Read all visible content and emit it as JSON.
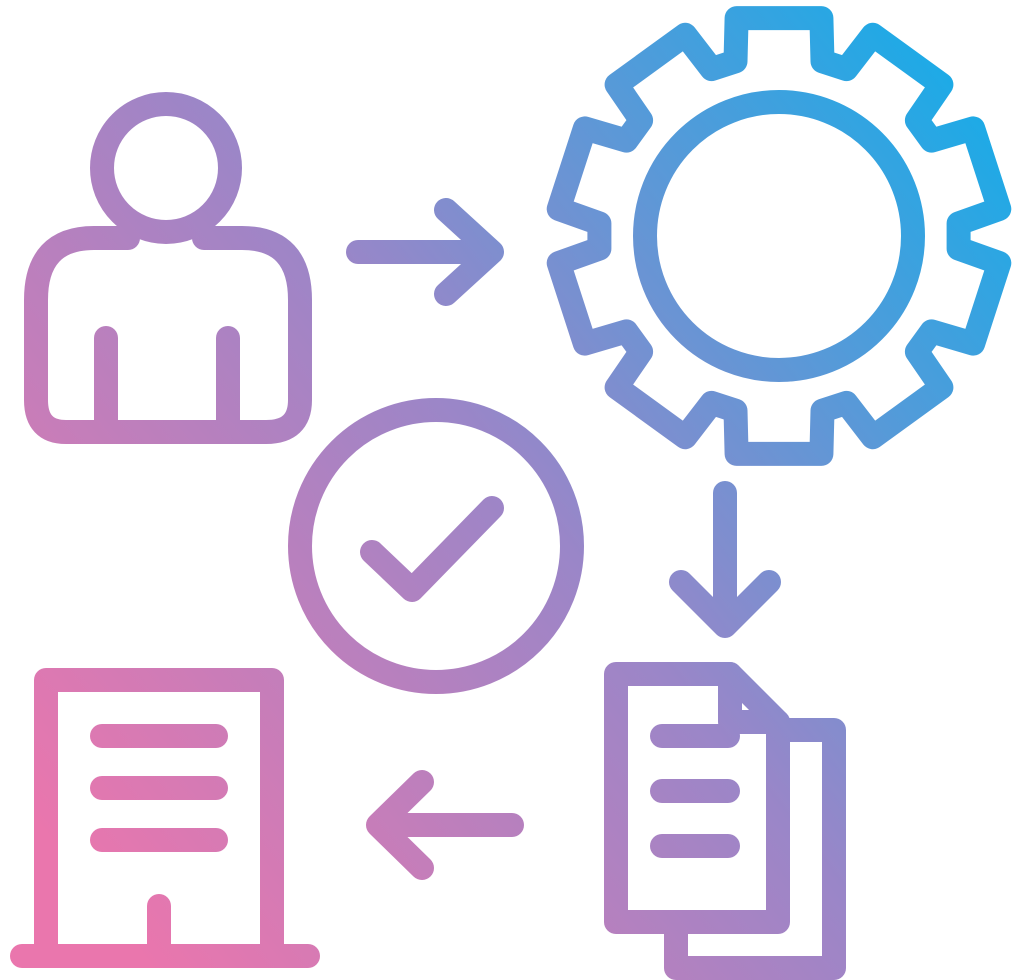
{
  "diagram": {
    "style": "gradient line icon",
    "gradient": {
      "start_color": "#ea76ad",
      "mid_color": "#9a86c8",
      "end_color": "#1eaae6"
    },
    "background_color": "#ffffff",
    "nodes": [
      {
        "id": "person",
        "icon": "person-icon"
      },
      {
        "id": "process",
        "icon": "gear-icon"
      },
      {
        "id": "documents",
        "icon": "documents-icon"
      },
      {
        "id": "organization",
        "icon": "building-icon"
      },
      {
        "id": "approval",
        "icon": "check-circle-icon"
      }
    ],
    "connections": [
      {
        "from": "person",
        "to": "process",
        "icon": "arrow-right-icon"
      },
      {
        "from": "process",
        "to": "documents",
        "icon": "arrow-down-icon"
      },
      {
        "from": "documents",
        "to": "organization",
        "icon": "arrow-left-icon"
      }
    ]
  }
}
